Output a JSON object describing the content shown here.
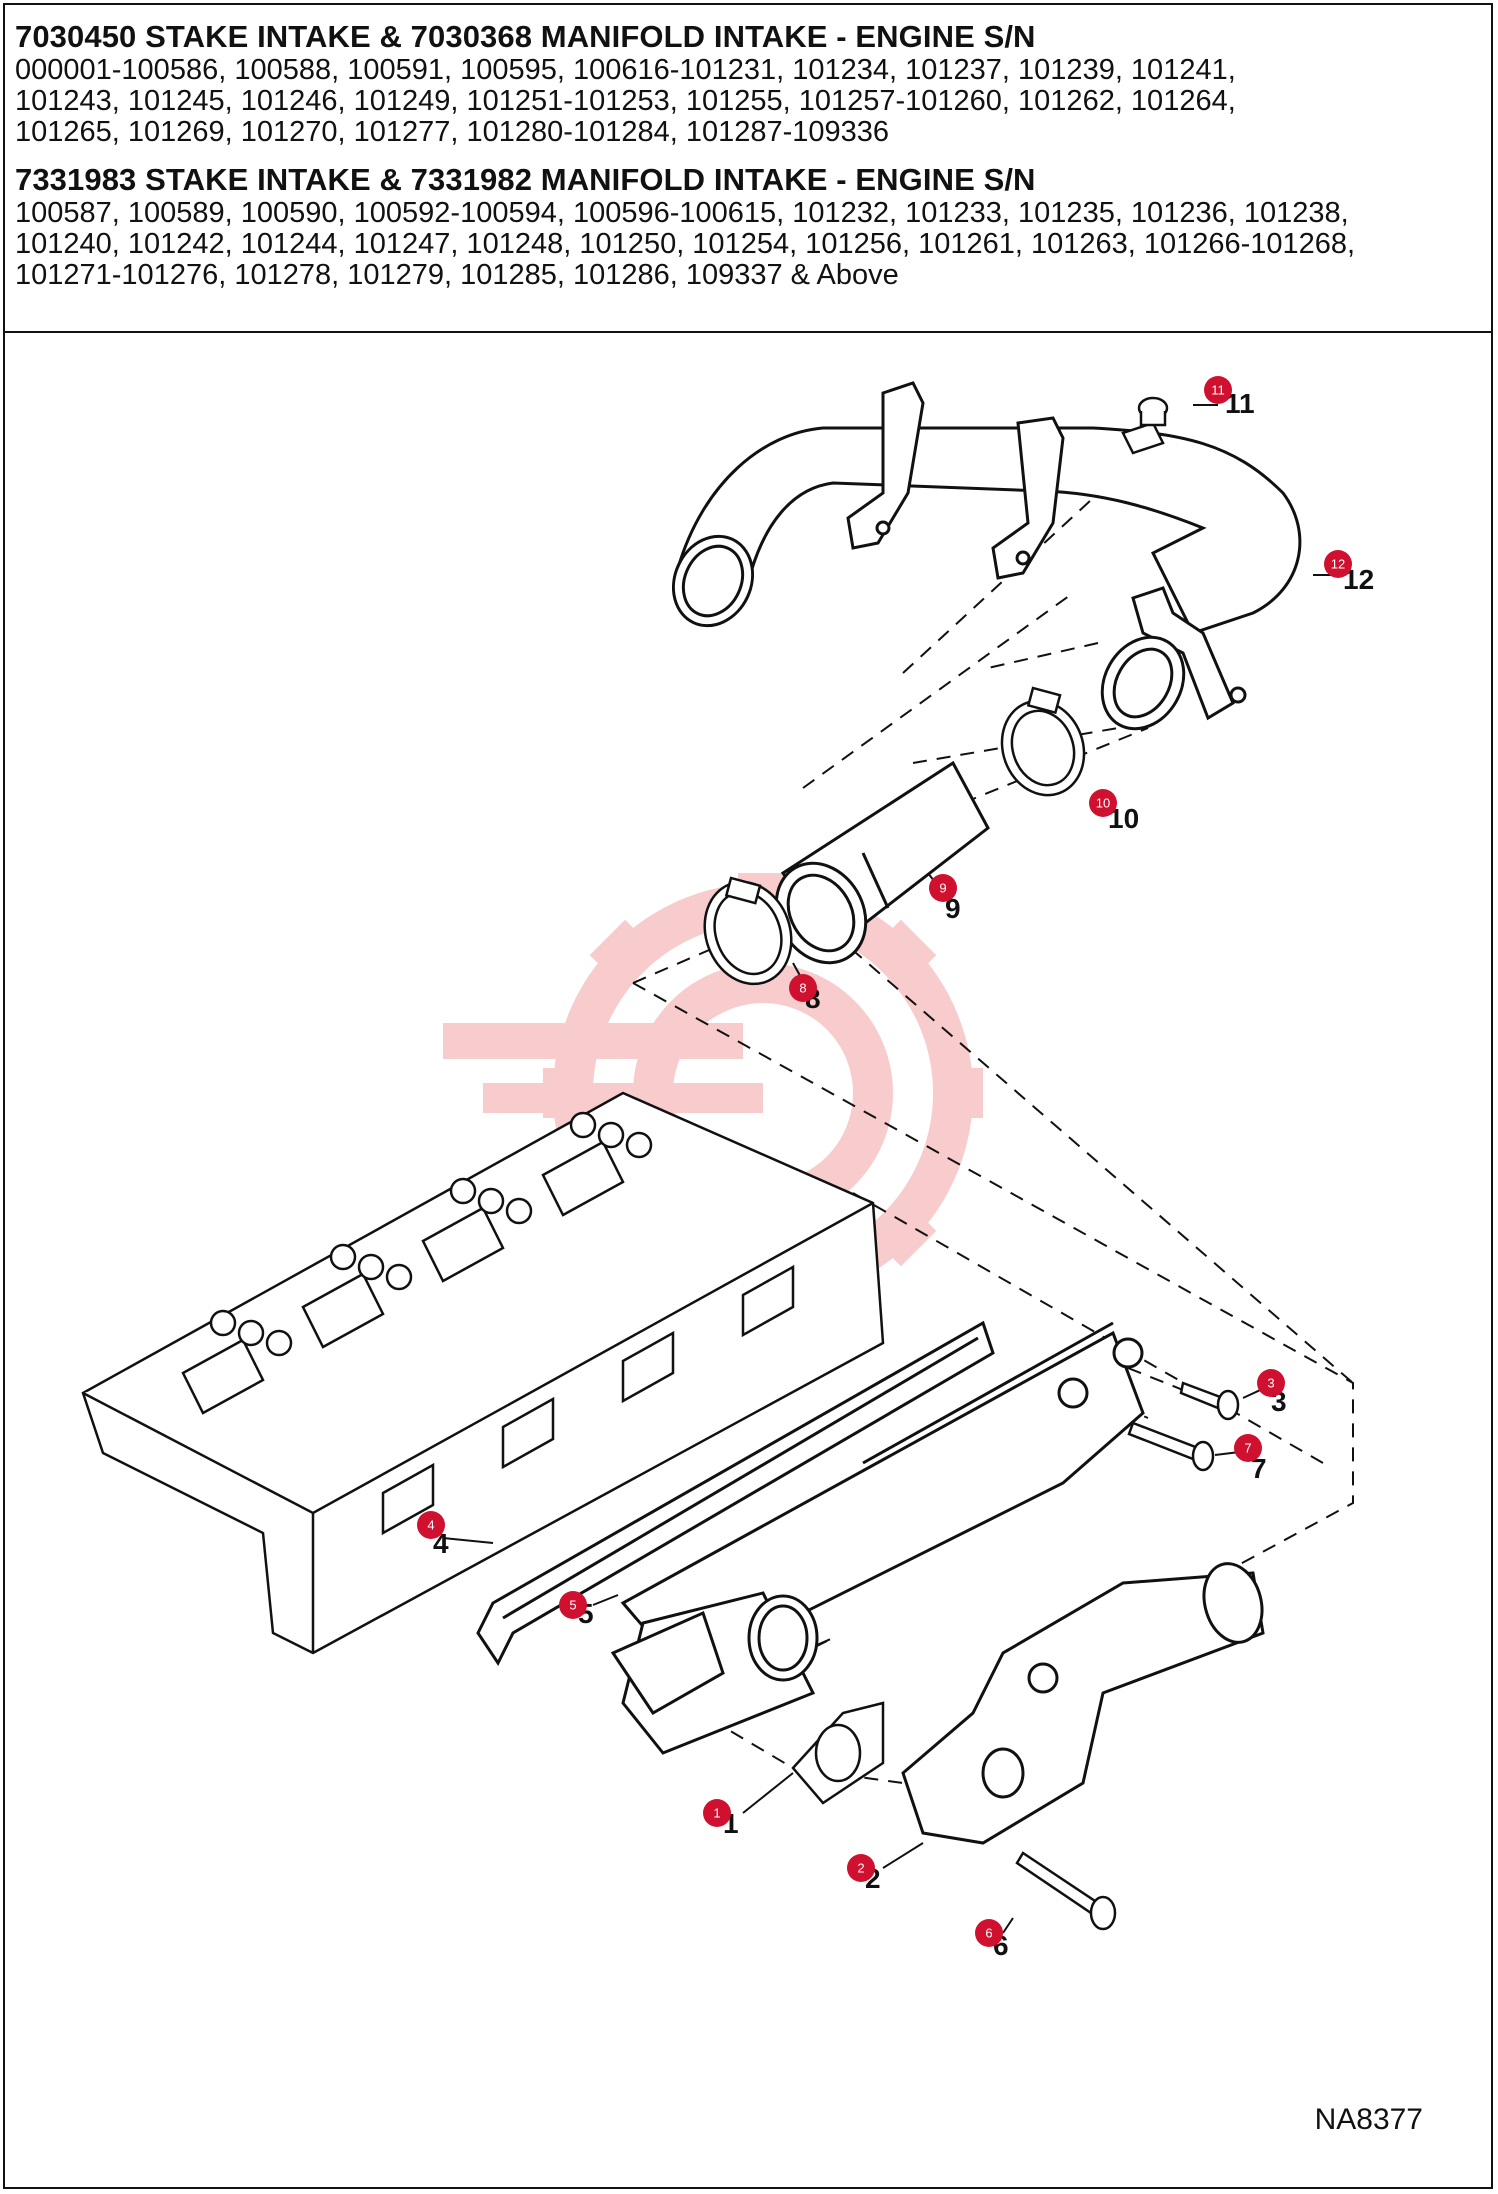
{
  "header": {
    "blocks": [
      {
        "title": "7030450 STAKE INTAKE & 7030368 MANIFOLD INTAKE - ENGINE S/N",
        "lines": [
          "000001-100586, 100588, 100591, 100595, 100616-101231, 101234, 101237, 101239, 101241,",
          "101243, 101245, 101246, 101249, 101251-101253, 101255, 101257-101260, 101262, 101264,",
          "101265, 101269, 101270, 101277, 101280-101284, 101287-109336"
        ]
      },
      {
        "title": "7331983 STAKE INTAKE & 7331982 MANIFOLD INTAKE - ENGINE S/N",
        "lines": [
          "100587, 100589, 100590, 100592-100594, 100596-100615, 101232, 101233, 101235, 101236, 101238,",
          "101240, 101242, 101244, 101247, 101248, 101250, 101254, 101256, 101261, 101263, 101266-101268,",
          "101271-101276, 101278, 101279, 101285, 101286, 109337 & Above"
        ]
      }
    ]
  },
  "diagram": {
    "reference_code": "NA8377",
    "callout_color": "#d0102f",
    "watermark_color": "#f4a3a3",
    "callouts": [
      "1",
      "2",
      "3",
      "4",
      "5",
      "6",
      "7",
      "8",
      "9",
      "10",
      "11",
      "12"
    ]
  }
}
